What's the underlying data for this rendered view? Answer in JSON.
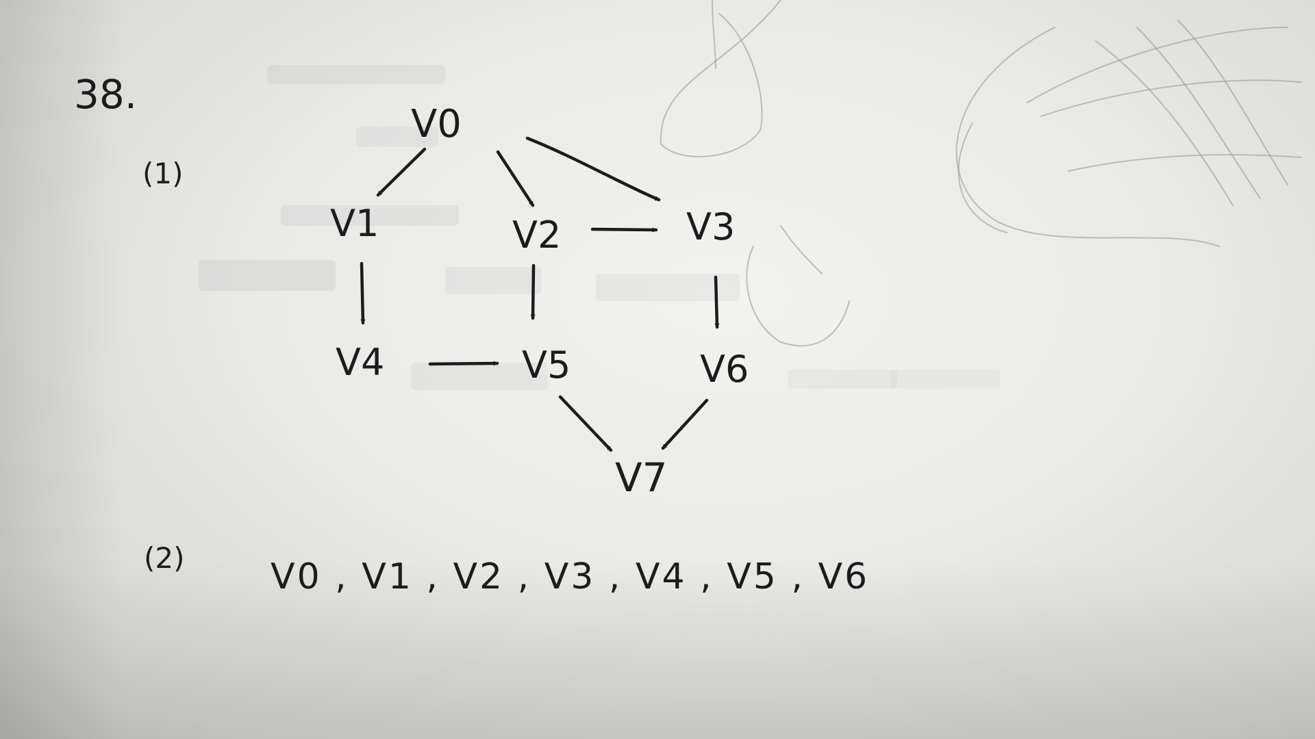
{
  "problem_number": "38.",
  "part1": {
    "label": "(1)",
    "nodes": [
      {
        "id": "v0",
        "label": "V0"
      },
      {
        "id": "v1",
        "label": "V1"
      },
      {
        "id": "v2",
        "label": "V2"
      },
      {
        "id": "v3",
        "label": "V3"
      },
      {
        "id": "v4",
        "label": "V4"
      },
      {
        "id": "v5",
        "label": "V5"
      },
      {
        "id": "v6",
        "label": "V6"
      },
      {
        "id": "v7",
        "label": "V7"
      }
    ],
    "edges": [
      {
        "from": "v0",
        "to": "v1"
      },
      {
        "from": "v0",
        "to": "v2"
      },
      {
        "from": "v0",
        "to": "v3"
      },
      {
        "from": "v1",
        "to": "v4"
      },
      {
        "from": "v2",
        "to": "v3"
      },
      {
        "from": "v2",
        "to": "v5"
      },
      {
        "from": "v3",
        "to": "v6"
      },
      {
        "from": "v4",
        "to": "v5"
      },
      {
        "from": "v5",
        "to": "v7"
      },
      {
        "from": "v6",
        "to": "v7"
      }
    ]
  },
  "part2": {
    "label": "(2)",
    "answer": "V0 , V1 , V2 , V3 , V4 , V5 , V6"
  }
}
